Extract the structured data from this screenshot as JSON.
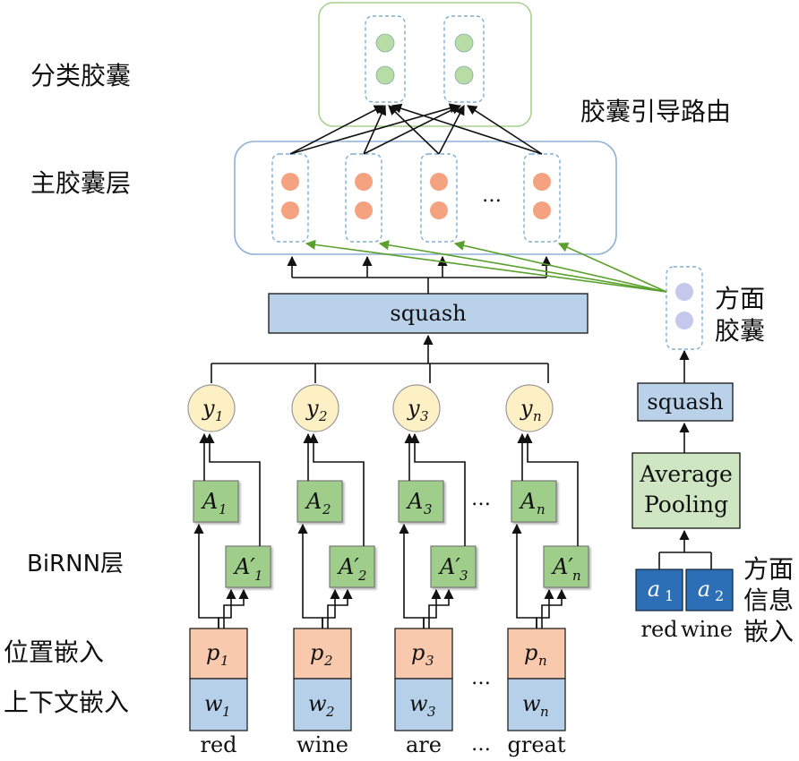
{
  "labels": {
    "class_caps": "分类胶囊",
    "primary_caps": "主胶囊层",
    "routing": "胶囊引导路由",
    "birnn": "BiRNN层",
    "pos_embed": "位置嵌入",
    "ctx_embed": "上下文嵌入",
    "aspect_caps_1": "方面",
    "aspect_caps_2": "胶囊",
    "aspect_info_1": "方面",
    "aspect_info_2": "信息",
    "aspect_info_3": "嵌入",
    "squash_main": "squash",
    "squash_small": "squash",
    "avg_pool_1": "Average",
    "avg_pool_2": "Pooling",
    "ellipsis": "…"
  },
  "columns": [
    {
      "y": "y",
      "y_sub": "1",
      "a": "A",
      "a_sub": "1",
      "ap": "A′",
      "ap_sub": "1",
      "p": "p",
      "p_sub": "1",
      "w": "w",
      "w_sub": "1",
      "word": "red"
    },
    {
      "y": "y",
      "y_sub": "2",
      "a": "A",
      "a_sub": "2",
      "ap": "A′",
      "ap_sub": "2",
      "p": "p",
      "p_sub": "2",
      "w": "w",
      "w_sub": "2",
      "word": "wine"
    },
    {
      "y": "y",
      "y_sub": "3",
      "a": "A",
      "a_sub": "3",
      "ap": "A′",
      "ap_sub": "3",
      "p": "p",
      "p_sub": "3",
      "w": "w",
      "w_sub": "3",
      "word": "are"
    },
    {
      "y": "y",
      "y_sub": "n",
      "a": "A",
      "a_sub": "n",
      "ap": "A′",
      "ap_sub": "n",
      "p": "p",
      "p_sub": "n",
      "w": "w",
      "w_sub": "n",
      "word": "great"
    }
  ],
  "aspect_words": [
    {
      "a": "a",
      "sub": "1",
      "word": "red"
    },
    {
      "a": "a",
      "sub": "2",
      "word": "wine"
    }
  ],
  "colors": {
    "orange_cap": "#f4a27f",
    "green_cap": "#b7dca4",
    "blue_cap": "#c3c8ec",
    "embed_pos": "#f8c9ad",
    "embed_ctx": "#b6d0ea",
    "rnn_box": "#9fcd8a",
    "y_circle": "#fdf0c4",
    "squash_fill": "#b9d2ea",
    "aspect_box": "#2d6fb6",
    "avg_fill": "#cfe6c2"
  }
}
